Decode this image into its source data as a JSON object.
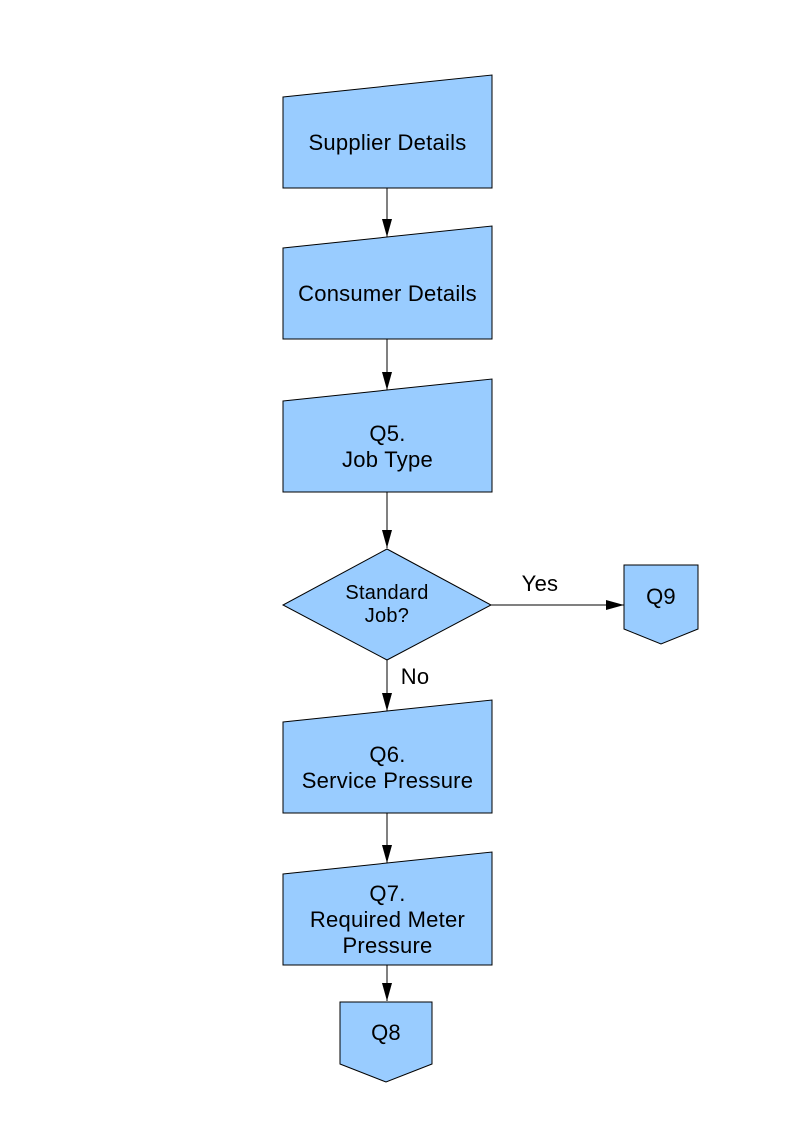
{
  "page": {
    "background_color": "#ffffff"
  },
  "flowchart": {
    "node_fill_color": "#99ccff",
    "node_border_color": "#000000",
    "connector_color": "#000000",
    "text_color": "#000000",
    "nodes": {
      "supplier_details": {
        "label": "Supplier Details"
      },
      "consumer_details": {
        "label": "Consumer Details"
      },
      "q5_job_type": {
        "label": "Q5.\nJob Type"
      },
      "standard_job_decision": {
        "label": "Standard\nJob?"
      },
      "q9_connector": {
        "label": "Q9"
      },
      "q6_service_pressure": {
        "label": "Q6.\nService Pressure"
      },
      "q7_required_meter_pressure": {
        "label": "Q7.\nRequired Meter\nPressure"
      },
      "q8_connector": {
        "label": "Q8"
      }
    },
    "edge_labels": {
      "yes": "Yes",
      "no": "No"
    }
  }
}
